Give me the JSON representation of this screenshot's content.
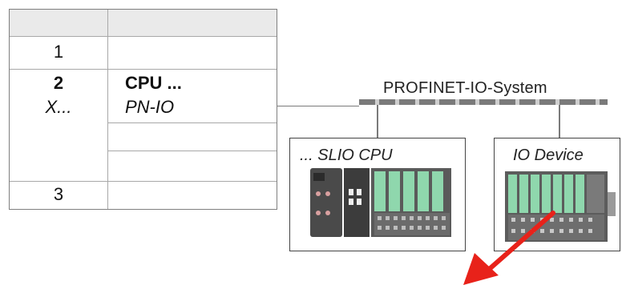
{
  "rack": {
    "slots": [
      {
        "slot": "1",
        "module": ""
      },
      {
        "slot": "2",
        "module": "CPU ..."
      },
      {
        "slot": "X...",
        "module": "PN-IO"
      },
      {
        "slot": "3",
        "module": ""
      }
    ]
  },
  "network": {
    "bus_label": "PROFINET-IO-System"
  },
  "stations": [
    {
      "title": "... SLIO CPU",
      "icon": "slio-cpu-hardware-icon"
    },
    {
      "title": "IO Device",
      "icon": "io-device-hardware-icon"
    }
  ],
  "colors": {
    "arrow": "#e8221a",
    "module_green": "#7fd0a4"
  }
}
